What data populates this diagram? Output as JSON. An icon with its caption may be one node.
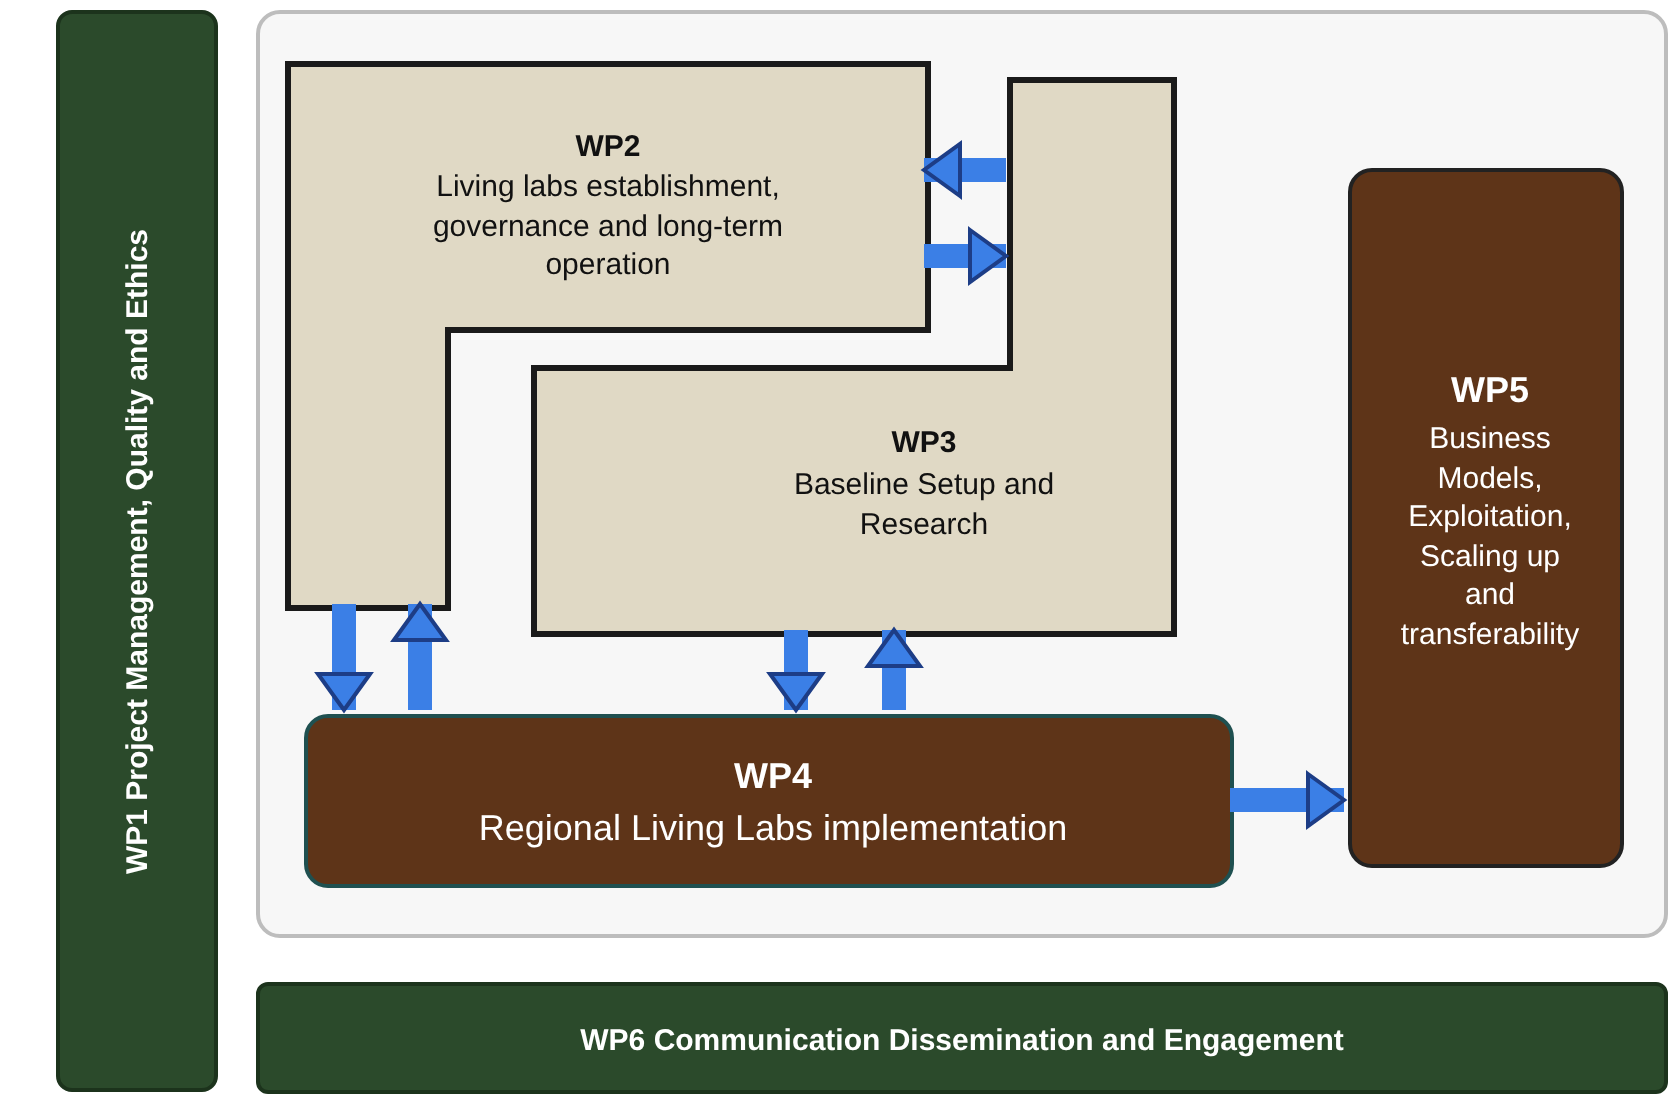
{
  "diagram": {
    "nodes": [
      {
        "text": [
          "WP1 Project Management, Quality and Ethics"
        ]
      },
      {
        "text": [],
        "shape": "box"
      },
      {
        "text": [
          "WP2",
          "Living labs establishment, governance and long-term operation"
        ],
        "in": 1
      },
      {
        "text": [
          "WP3",
          "Baseline Setup and Research"
        ],
        "in": 1
      },
      {
        "text": [
          "WP4",
          "Regional Living Labs implementation"
        ],
        "in": 1
      },
      {
        "text": [
          "WP5",
          "Business Models, Exploitation, Scaling up and transferability"
        ],
        "in": 1
      },
      {
        "text": [
          "WP6 Communication Dissemination and Engagement"
        ]
      }
    ],
    "edges": [
      {
        "from": 3,
        "to": 2,
        "arrow": "to"
      },
      {
        "from": 2,
        "to": 3,
        "arrow": "to"
      },
      {
        "from": 2,
        "to": 4,
        "arrow": "to"
      },
      {
        "from": 4,
        "to": 2,
        "arrow": "to"
      },
      {
        "from": 3,
        "to": 4,
        "arrow": "to"
      },
      {
        "from": 4,
        "to": 3,
        "arrow": "to"
      },
      {
        "from": 4,
        "to": 5,
        "arrow": "to"
      }
    ]
  }
}
